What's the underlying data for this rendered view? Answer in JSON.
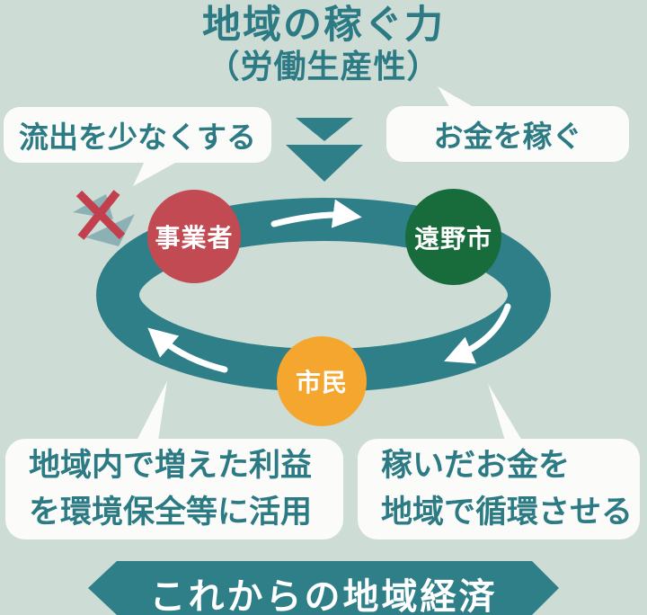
{
  "colors": {
    "bg": "#CEDCD6",
    "teal": "#2F7F89",
    "teal_text": "#2B7A84",
    "red": "#C14A53",
    "green": "#186C3B",
    "orange": "#F5A62F",
    "light_teal": "#8BB1B5",
    "white_box": "#FBFCFA",
    "x_red": "#C23F4D",
    "arrow_white": "#FFFFFF"
  },
  "title": {
    "line1": "地域の稼ぐ力",
    "line2": "（労働生産性）"
  },
  "bubbles": {
    "left": "流出を少なくする",
    "right": "お金を稼ぐ"
  },
  "nodes": {
    "business": "事業者",
    "city": "遠野市",
    "citizens": "市民"
  },
  "notes": {
    "left": {
      "line1": "地域内で増えた利益",
      "line2": "を環境保全等に活用"
    },
    "right": {
      "line1": "稼いだお金を",
      "line2": "地域で循環させる"
    }
  },
  "banner": {
    "label": "これからの地域経済"
  },
  "icons": {
    "chevron": "double-down-chevron",
    "blocked_outflow": "crossed-out-outflow-arrows",
    "cycle": "circular-flow-ring-with-arrows"
  }
}
